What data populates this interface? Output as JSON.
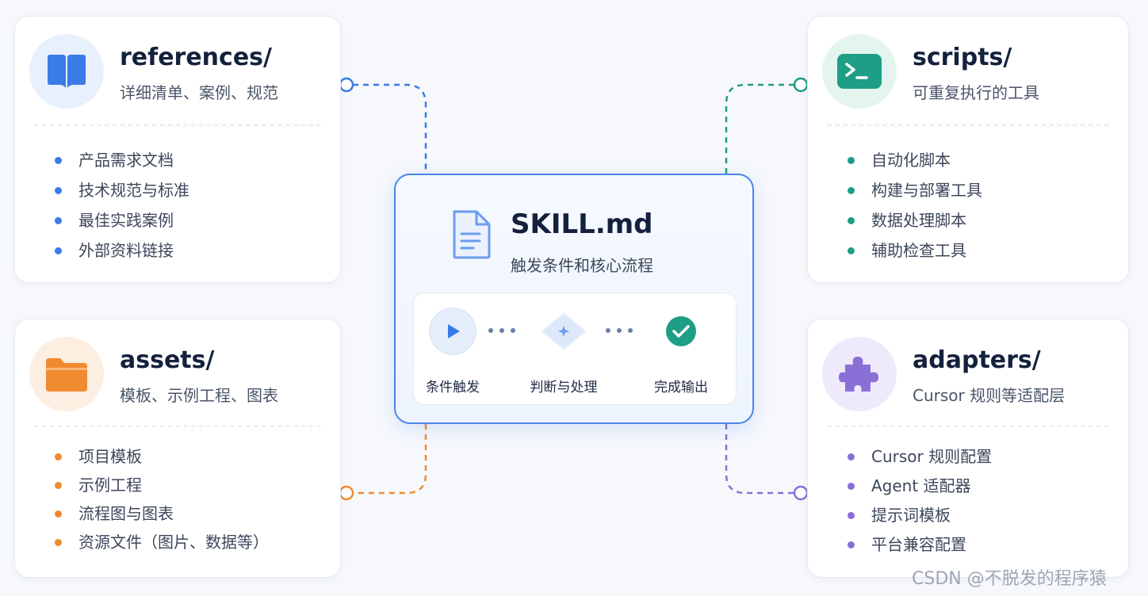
{
  "colors": {
    "blue": "#3b7be8",
    "teal": "#1e9e86",
    "orange": "#f08a2e",
    "purple": "#8a6fd6",
    "center_border": "#4a86e8"
  },
  "center": {
    "icon": "document-icon",
    "title": "SKILL.md",
    "subtitle": "触发条件和核心流程",
    "steps": [
      {
        "label": "条件触发",
        "icon": "play-icon"
      },
      {
        "label": "判断与处理",
        "icon": "diamond-icon"
      },
      {
        "label": "完成输出",
        "icon": "check-icon"
      }
    ]
  },
  "references": {
    "icon": "book-icon",
    "title": "references/",
    "subtitle": "详细清单、案例、规范",
    "items": [
      "产品需求文档",
      "技术规范与标准",
      "最佳实践案例",
      "外部资料链接"
    ]
  },
  "scripts": {
    "icon": "terminal-icon",
    "title": "scripts/",
    "subtitle": "可重复执行的工具",
    "items": [
      "自动化脚本",
      "构建与部署工具",
      "数据处理脚本",
      "辅助检查工具"
    ]
  },
  "assets": {
    "icon": "folder-icon",
    "title": "assets/",
    "subtitle": "模板、示例工程、图表",
    "items": [
      "项目模板",
      "示例工程",
      "流程图与图表",
      "资源文件（图片、数据等）"
    ]
  },
  "adapters": {
    "icon": "puzzle-icon",
    "title": "adapters/",
    "subtitle": "Cursor 规则等适配层",
    "items": [
      "Cursor 规则配置",
      "Agent 适配器",
      "提示词模板",
      "平台兼容配置"
    ]
  },
  "watermark": "CSDN @不脱发的程序猿"
}
